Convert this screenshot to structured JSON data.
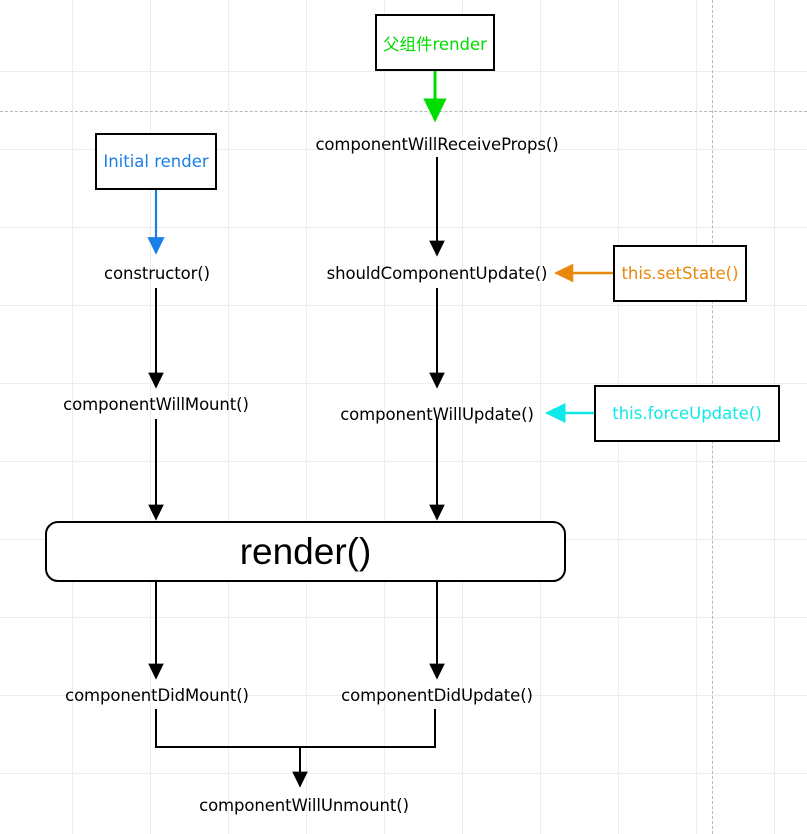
{
  "diagram": {
    "title_boxes": {
      "parent_render": {
        "label": "父组件render",
        "color": "#00dd00"
      },
      "initial_render": {
        "label": "Initial render",
        "color": "#1b7fe8"
      },
      "set_state": {
        "label": "this.setState()",
        "color": "#e8880c"
      },
      "force_update": {
        "label": "this.forceUpdate()",
        "color": "#0fe8e8"
      }
    },
    "render_box": {
      "label": "render()",
      "color": "#000000"
    },
    "lifecycle": {
      "component_will_receive_props": "componentWillReceiveProps()",
      "constructor": "constructor()",
      "should_component_update": "shouldComponentUpdate()",
      "component_will_mount": "componentWillMount()",
      "component_will_update": "componentWillUpdate()",
      "component_did_mount": "componentDidMount()",
      "component_did_update": "componentDidUpdate()",
      "component_will_unmount": "componentWillUnmount()"
    },
    "colors": {
      "arrow_default": "#000000",
      "arrow_green": "#00dd00",
      "arrow_blue": "#1b7fe8",
      "arrow_orange": "#e8880c",
      "arrow_cyan": "#0fe8e8",
      "grid": "#ededed",
      "guide": "#b9b9b9",
      "background": "#ffffff"
    }
  }
}
